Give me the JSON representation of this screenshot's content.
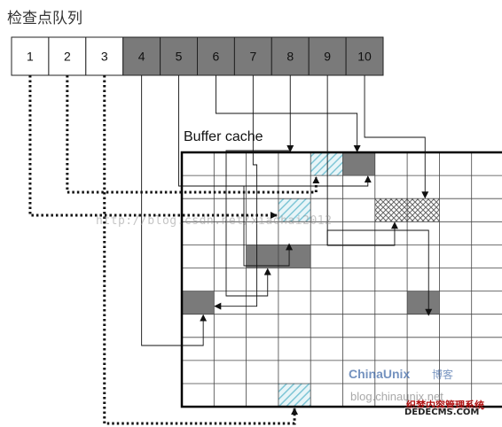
{
  "title": "检查点队列",
  "cache_title": "Buffer cache",
  "queue": {
    "items": [
      {
        "label": "1",
        "dirty": false
      },
      {
        "label": "2",
        "dirty": false
      },
      {
        "label": "3",
        "dirty": false
      },
      {
        "label": "4",
        "dirty": true
      },
      {
        "label": "5",
        "dirty": true
      },
      {
        "label": "6",
        "dirty": true
      },
      {
        "label": "7",
        "dirty": true
      },
      {
        "label": "8",
        "dirty": true
      },
      {
        "label": "9",
        "dirty": true
      },
      {
        "label": "10",
        "dirty": true
      }
    ]
  },
  "grid": {
    "cols": 10,
    "rows": 11,
    "blocks": [
      {
        "col": 4,
        "row": 0,
        "state": "hatched"
      },
      {
        "col": 5,
        "row": 0,
        "state": "dirty"
      },
      {
        "col": 3,
        "row": 2,
        "state": "hatched"
      },
      {
        "col": 6,
        "row": 2,
        "state": "crosshatched"
      },
      {
        "col": 7,
        "row": 2,
        "state": "crosshatched"
      },
      {
        "col": 2,
        "row": 4,
        "state": "dirty"
      },
      {
        "col": 3,
        "row": 4,
        "state": "dirty"
      },
      {
        "col": 0,
        "row": 6,
        "state": "dirty"
      },
      {
        "col": 7,
        "row": 6,
        "state": "dirty"
      },
      {
        "col": 3,
        "row": 10,
        "state": "hatched"
      }
    ]
  },
  "colors": {
    "dirty": "#7a7a7a",
    "clean": "#ffffff",
    "hatch": "#7fc6d6",
    "grid_line": "#444444",
    "dotted": "#111111"
  },
  "watermark": {
    "url": "http://blog.csdn.net/xiaohai2012",
    "brand": "ChinaUnix",
    "brand_cn": "博客",
    "blog": "blog.chinaunix.net",
    "site_cn": "织梦内容管理系统",
    "site": "DEDECMS.COM"
  }
}
